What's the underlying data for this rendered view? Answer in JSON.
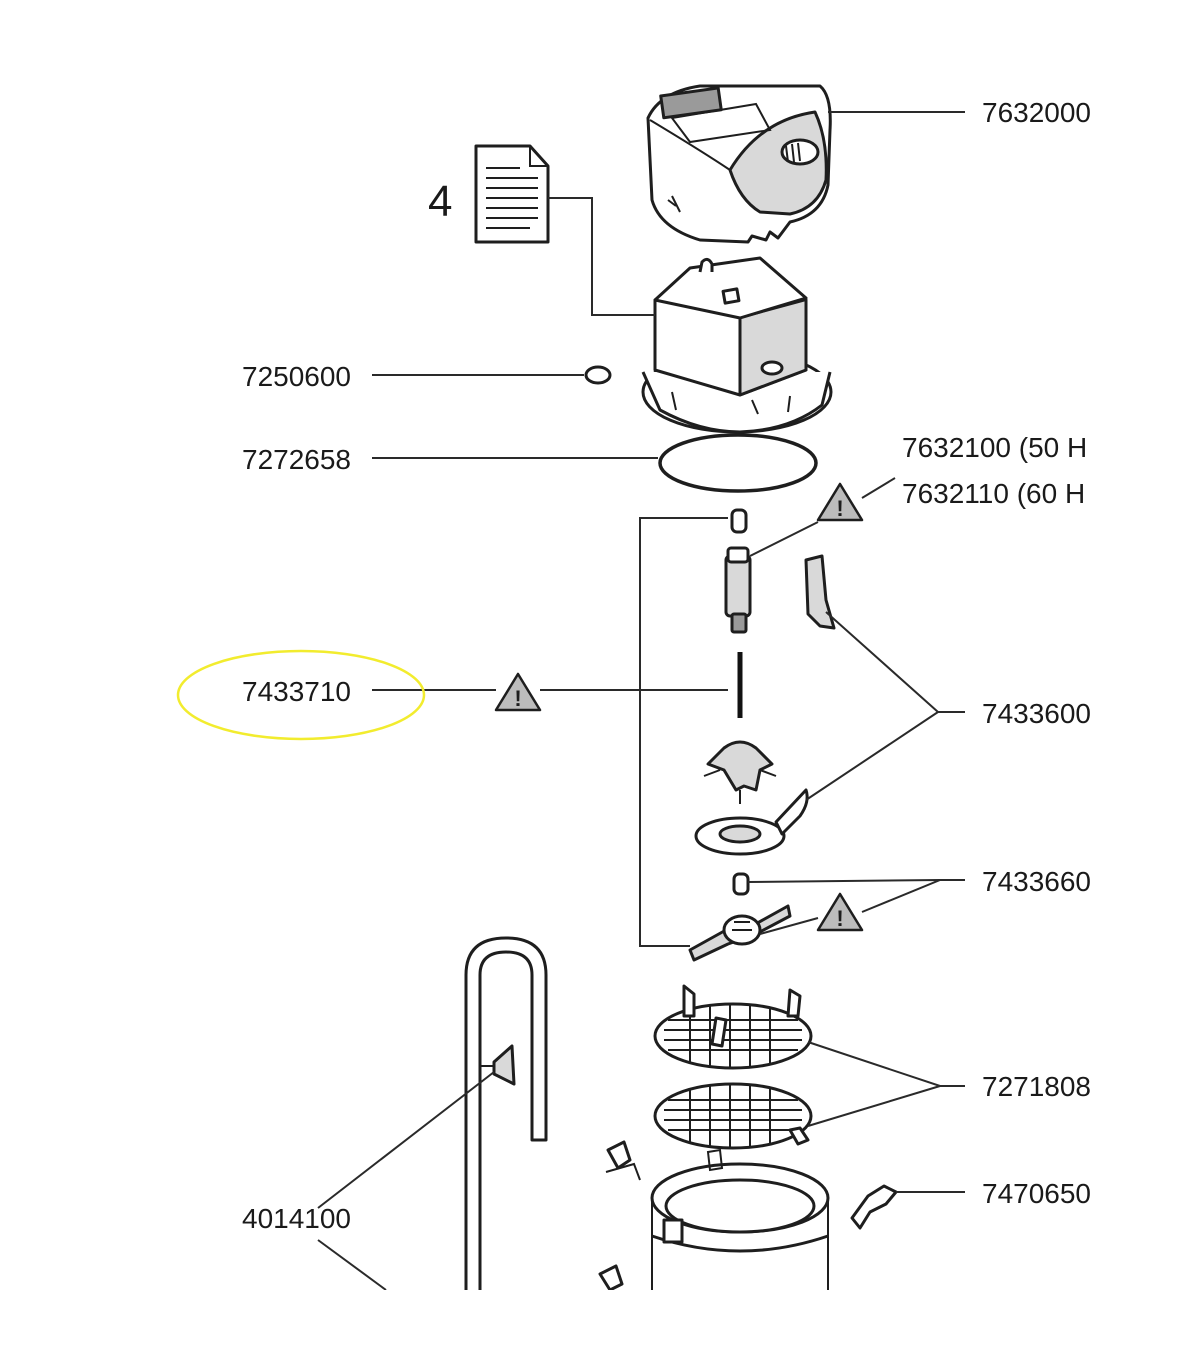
{
  "callouts": {
    "manual_number": "4",
    "p_7632000": "7632000",
    "p_7250600": "7250600",
    "p_7272658": "7272658",
    "p_7632100": "7632100 (50 H",
    "p_7632110": "7632110 (60 H",
    "p_7433710": "7433710",
    "p_7433600": "7433600",
    "p_7433660": "7433660",
    "p_7271808": "7271808",
    "p_7470650": "7470650",
    "p_4014100": "4014100"
  },
  "warning_symbol": "!",
  "highlight_color": "#f2ec2e",
  "icons": [
    "document-icon",
    "warning-triangle-icon"
  ]
}
